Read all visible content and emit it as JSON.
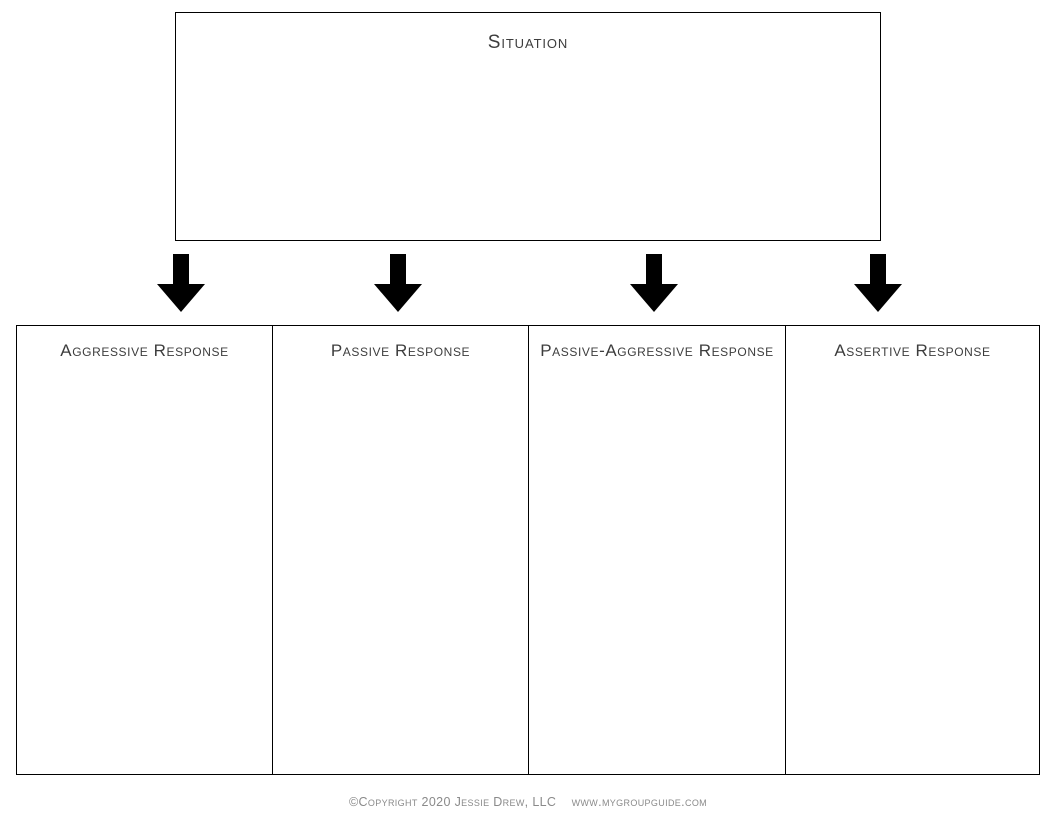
{
  "worksheet": {
    "situation": {
      "title": "Situation",
      "placeholder": ""
    },
    "arrows": [
      {
        "name": "arrow-to-aggressive",
        "glyph": "down-arrow"
      },
      {
        "name": "arrow-to-passive",
        "glyph": "down-arrow"
      },
      {
        "name": "arrow-to-passive-aggressive",
        "glyph": "down-arrow"
      },
      {
        "name": "arrow-to-assertive",
        "glyph": "down-arrow"
      }
    ],
    "columns": [
      {
        "header": "Aggressive Response",
        "value": ""
      },
      {
        "header": "Passive Response",
        "value": ""
      },
      {
        "header": "Passive-Aggressive Response",
        "value": ""
      },
      {
        "header": "Assertive Response",
        "value": ""
      }
    ],
    "footer": {
      "copyright": "©Copyright 2020 Jessie Drew, LLC",
      "website": "www.mygroupguide.com",
      "full": "©Copyright 2020 Jessie Drew, LLC    www.mygroupguide.com"
    },
    "colors": {
      "border": "#000000",
      "text": "#3d3d3d",
      "footer_text": "#8a8a8a",
      "arrow": "#000000",
      "background": "#ffffff"
    }
  }
}
